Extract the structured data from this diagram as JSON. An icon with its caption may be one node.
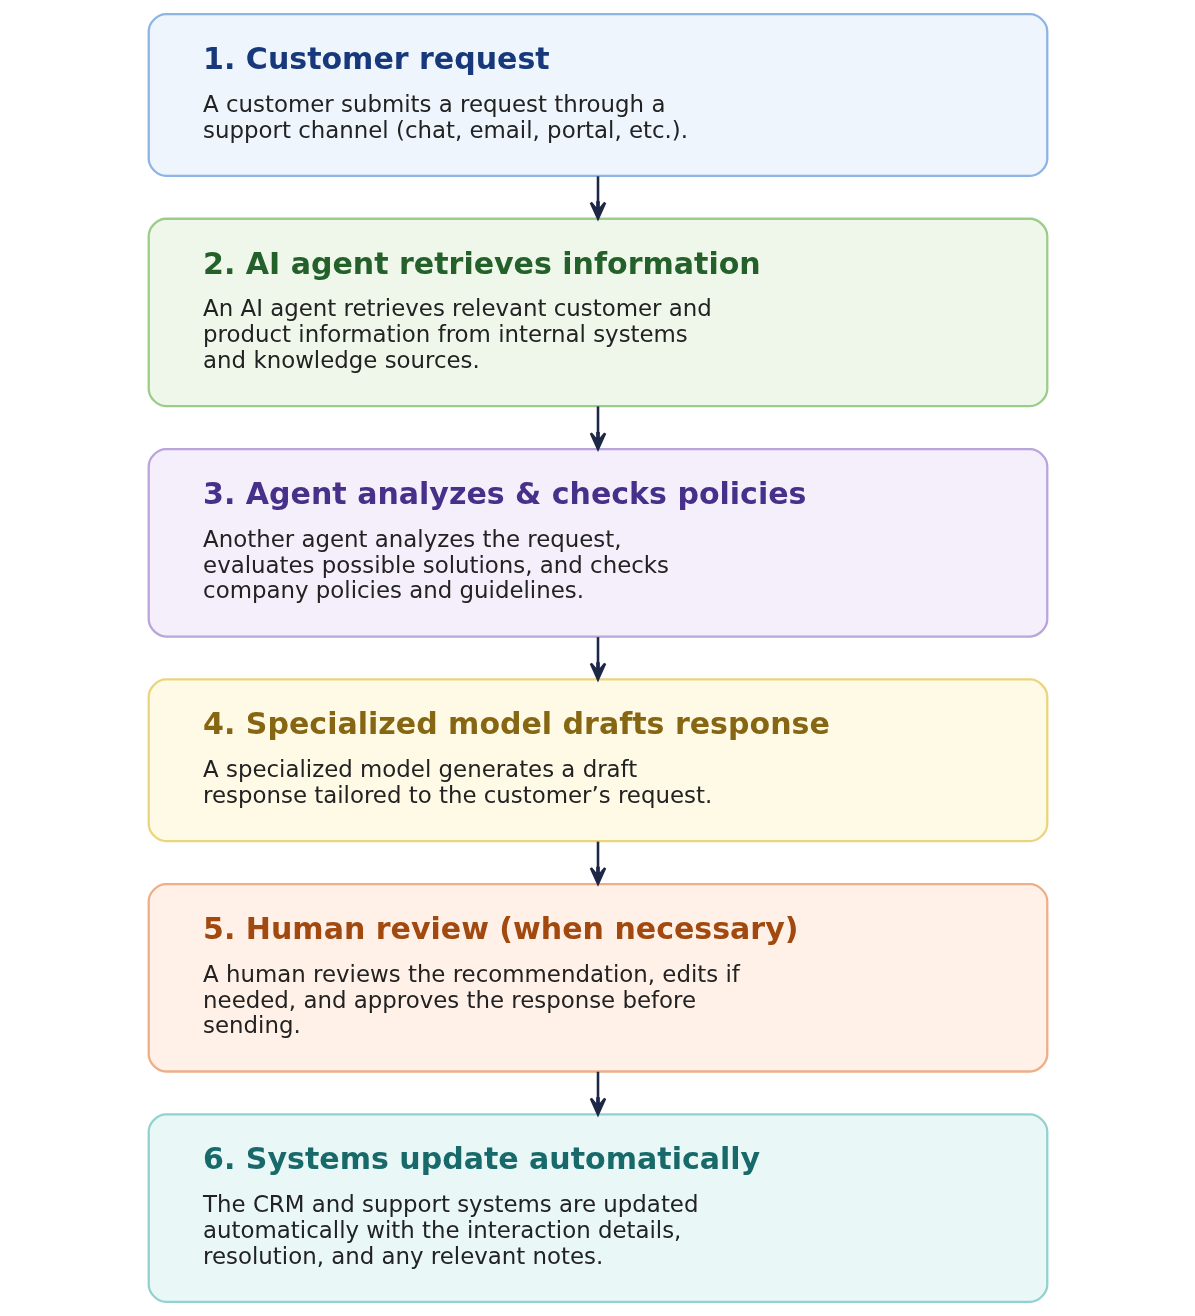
{
  "diagram": {
    "nodes": [
      {
        "text": [
          "1. Customer request",
          "A customer submits a request through a support channel (chat, email, portal, etc.)."
        ]
      },
      {
        "text": [
          "2. AI agent retrieves information",
          "An AI agent retrieves relevant customer and product information from internal systems and knowledge sources."
        ]
      },
      {
        "text": [
          "3. Agent analyzes & checks policies",
          "Another agent analyzes the request, evaluates possible solutions, and checks company policies and guidelines."
        ]
      },
      {
        "text": [
          "4. Specialized model drafts response",
          "A specialized model generates a draft response tailored to the customer’s request."
        ]
      },
      {
        "text": [
          "5. Human review (when necessary)",
          "A human reviews the recommendation, edits if needed, and approves the response before sending."
        ]
      },
      {
        "text": [
          "6. Systems update automatically",
          "The CRM and support systems are updated automatically with the interaction details, resolution, and any relevant notes."
        ]
      }
    ],
    "edges": [
      {
        "from": 0,
        "to": 1,
        "arrow": "to"
      },
      {
        "from": 1,
        "to": 2,
        "arrow": "to"
      },
      {
        "from": 2,
        "to": 3,
        "arrow": "to"
      },
      {
        "from": 3,
        "to": 4,
        "arrow": "to"
      },
      {
        "from": 4,
        "to": 5,
        "arrow": "to"
      }
    ]
  }
}
